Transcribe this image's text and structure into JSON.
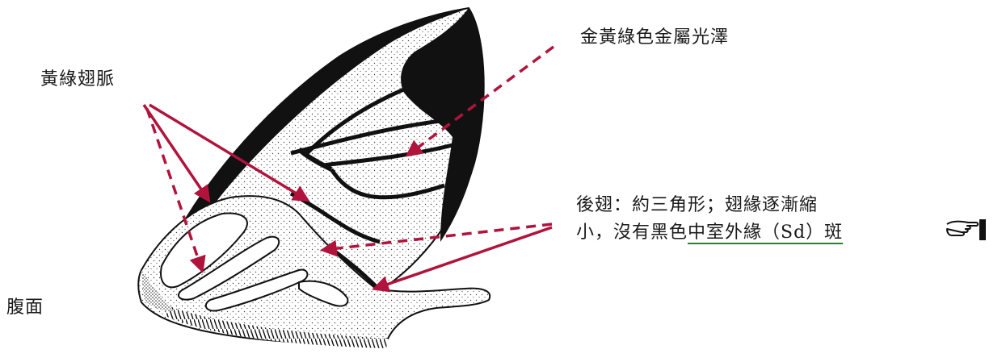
{
  "labels": {
    "veins": "黃綠翅脈",
    "metallic": "金黃綠色金屬光澤",
    "ventral": "腹面",
    "hindwing_line1": "後翅：約三角形；翅緣逐漸縮",
    "hindwing_line2_a": "小，沒有黑色",
    "hindwing_line2_b": "中室外緣（Sd）斑"
  },
  "icons": [
    "pointing-hand-icon"
  ],
  "colors": {
    "arrow": "#b0143c",
    "underline": "#2e7d32",
    "wing_ink": "#111111"
  }
}
